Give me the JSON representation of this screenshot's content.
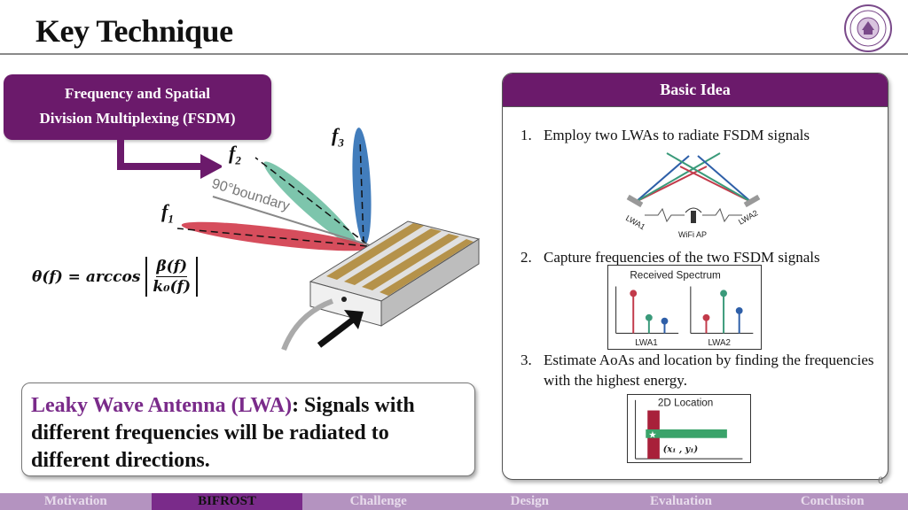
{
  "slide": {
    "title": "Key Technique",
    "page_number": "6"
  },
  "callout": {
    "line1": "Frequency and Spatial",
    "line2": "Division Multiplexing (FSDM)"
  },
  "antenna_figure": {
    "freq_labels": [
      "f",
      "f",
      "f"
    ],
    "freq_subscripts": [
      "1",
      "2",
      "3"
    ],
    "boundary_label": "90°boundary"
  },
  "formula": {
    "lhs": "θ(f) = arccos",
    "numerator": "β(f)",
    "denominator": "k₀(f)"
  },
  "lwa_box": {
    "highlight": "Leaky Wave Antenna (LWA)",
    "text_after": ": Signals with different frequencies will be radiated to different directions."
  },
  "basic_idea": {
    "header": "Basic Idea",
    "steps": [
      {
        "num": "1.",
        "text": "Employ two LWAs to radiate FSDM signals"
      },
      {
        "num": "2.",
        "text": "Capture frequencies of the two FSDM signals"
      },
      {
        "num": "3.",
        "text": "Estimate AoAs and location by finding the frequencies with the highest energy."
      }
    ],
    "fig1": {
      "lwa1": "LWA1",
      "lwa2": "LWA2",
      "ap": "WiFi AP"
    },
    "fig2": {
      "title": "Received Spectrum",
      "lwa1": "LWA1",
      "lwa2": "LWA2"
    },
    "fig3": {
      "title": "2D Location",
      "point": "(x₁ , y₁)"
    }
  },
  "nav": {
    "items": [
      "Motivation",
      "BIFROST",
      "Challenge",
      "Design",
      "Evaluation",
      "Conclusion"
    ],
    "active": "BIFROST"
  },
  "colors": {
    "accent_purple": "#6b1a6b",
    "nav_bar": "#b493c0",
    "lwa_highlight": "#7a2b8a"
  }
}
